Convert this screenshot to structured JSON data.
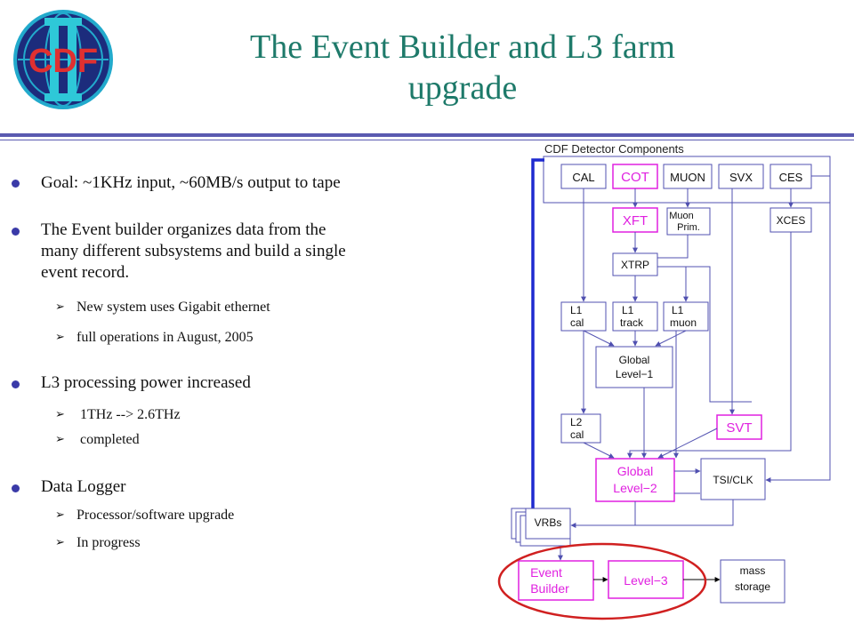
{
  "logo": {
    "text": "CDF"
  },
  "title": {
    "line1": "The Event Builder and L3 farm",
    "line2": "upgrade"
  },
  "bullets": [
    {
      "text": "Goal: ~1KHz input, ~60MB/s output to tape",
      "subs": []
    },
    {
      "lines": [
        "The Event builder organizes data from the",
        "many different subsystems and build a single",
        "event record."
      ],
      "subs": [
        "New system uses Gigabit ethernet",
        "full operations in August, 2005"
      ]
    },
    {
      "text": "L3 processing power increased",
      "subs": [
        " 1THz --> 2.6THz",
        " completed"
      ]
    },
    {
      "text": "Data Logger",
      "subs": [
        "Processor/software upgrade",
        "In progress"
      ]
    }
  ],
  "diagram": {
    "header": "CDF Detector Components",
    "boxes": {
      "cal": "CAL",
      "cot": "COT",
      "muon": "MUON",
      "svx": "SVX",
      "ces": "CES",
      "xft": "XFT",
      "muon_prim_1": "Muon",
      "muon_prim_2": "Prim.",
      "xces": "XCES",
      "xtrp": "XTRP",
      "l1cal_1": "L1",
      "l1cal_2": "cal",
      "l1track_1": "L1",
      "l1track_2": "track",
      "l1muon_1": "L1",
      "l1muon_2": "muon",
      "gl1_1": "Global",
      "gl1_2": "Level−1",
      "l2cal_1": "L2",
      "l2cal_2": "cal",
      "svt": "SVT",
      "gl2_1": "Global",
      "gl2_2": "Level−2",
      "tsiclk": "TSI/CLK",
      "vrbs": "VRBs",
      "eb_1": "Event",
      "eb_2": "Builder",
      "l3": "Level−3",
      "mass_1": "mass",
      "mass_2": "storage"
    },
    "colors": {
      "line": "#5050b0",
      "magenta": "#e020e0",
      "bus": "#1e2ad0",
      "ellipse": "#d02020"
    }
  }
}
